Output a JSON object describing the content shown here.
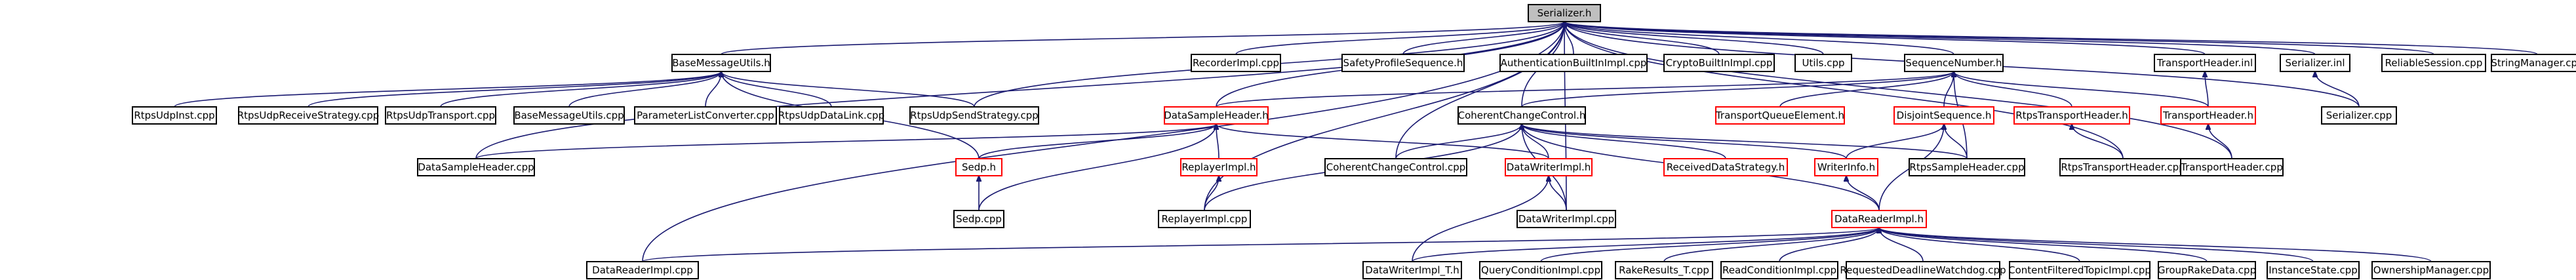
{
  "nodes": [
    {
      "id": "serializer_h",
      "label": "Serializer.h",
      "style": "root"
    },
    {
      "id": "basemessageutils_h",
      "label": "BaseMessageUtils.h",
      "style": "normal"
    },
    {
      "id": "recorderimpl_cpp",
      "label": "RecorderImpl.cpp",
      "style": "normal"
    },
    {
      "id": "safetyprofilesequence_h",
      "label": "SafetyProfileSequence.h",
      "style": "normal"
    },
    {
      "id": "authbuiltin_cpp",
      "label": "AuthenticationBuiltInImpl.cpp",
      "style": "normal"
    },
    {
      "id": "cryptobuiltin_cpp",
      "label": "CryptoBuiltInImpl.cpp",
      "style": "normal"
    },
    {
      "id": "utils_cpp",
      "label": "Utils.cpp",
      "style": "normal"
    },
    {
      "id": "sequencenumber_h",
      "label": "SequenceNumber.h",
      "style": "normal"
    },
    {
      "id": "transportheader_inl",
      "label": "TransportHeader.inl",
      "style": "normal"
    },
    {
      "id": "serializer_inl",
      "label": "Serializer.inl",
      "style": "normal"
    },
    {
      "id": "reliablesession_cpp",
      "label": "ReliableSession.cpp",
      "style": "normal"
    },
    {
      "id": "stringmanager_cpp",
      "label": "StringManager.cpp",
      "style": "normal"
    },
    {
      "id": "rtpsudpinst_cpp",
      "label": "RtpsUdpInst.cpp",
      "style": "normal"
    },
    {
      "id": "rtpsudpreceivestrategy_cpp",
      "label": "RtpsUdpReceiveStrategy.cpp",
      "style": "normal"
    },
    {
      "id": "rtpsudptransport_cpp",
      "label": "RtpsUdpTransport.cpp",
      "style": "normal"
    },
    {
      "id": "basemessageutils_cpp",
      "label": "BaseMessageUtils.cpp",
      "style": "normal"
    },
    {
      "id": "parameterlistconverter_cpp",
      "label": "ParameterListConverter.cpp",
      "style": "normal"
    },
    {
      "id": "rtpsudpdatalink_cpp",
      "label": "RtpsUdpDataLink.cpp",
      "style": "normal"
    },
    {
      "id": "rtpsudpsendstrategy_cpp",
      "label": "RtpsUdpSendStrategy.cpp",
      "style": "normal"
    },
    {
      "id": "datasampleheader_h",
      "label": "DataSampleHeader.h",
      "style": "red"
    },
    {
      "id": "coherentchangecontrol_h",
      "label": "CoherentChangeControl.h",
      "style": "normal"
    },
    {
      "id": "transportqueueelement_h",
      "label": "TransportQueueElement.h",
      "style": "red"
    },
    {
      "id": "disjointsequence_h",
      "label": "DisjointSequence.h",
      "style": "red"
    },
    {
      "id": "rtpstransportheader_h",
      "label": "RtpsTransportHeader.h",
      "style": "red"
    },
    {
      "id": "transportheader_h",
      "label": "TransportHeader.h",
      "style": "red"
    },
    {
      "id": "serializer_cpp",
      "label": "Serializer.cpp",
      "style": "normal"
    },
    {
      "id": "datasampleheader_cpp",
      "label": "DataSampleHeader.cpp",
      "style": "normal"
    },
    {
      "id": "sedp_h",
      "label": "Sedp.h",
      "style": "red"
    },
    {
      "id": "replayerimpl_h",
      "label": "ReplayerImpl.h",
      "style": "red"
    },
    {
      "id": "coherentchangecontrol_cpp",
      "label": "CoherentChangeControl.cpp",
      "style": "normal"
    },
    {
      "id": "datawriterimpl_h",
      "label": "DataWriterImpl.h",
      "style": "red"
    },
    {
      "id": "receiveddatastrategy_h",
      "label": "ReceivedDataStrategy.h",
      "style": "red"
    },
    {
      "id": "writerinfo_h",
      "label": "WriterInfo.h",
      "style": "red"
    },
    {
      "id": "rtpssampleheader_cpp",
      "label": "RtpsSampleHeader.cpp",
      "style": "normal"
    },
    {
      "id": "rtpstransportheader_cpp",
      "label": "RtpsTransportHeader.cpp",
      "style": "normal"
    },
    {
      "id": "transportheader_cpp",
      "label": "TransportHeader.cpp",
      "style": "normal"
    },
    {
      "id": "sedp_cpp",
      "label": "Sedp.cpp",
      "style": "normal"
    },
    {
      "id": "replayerimpl_cpp",
      "label": "ReplayerImpl.cpp",
      "style": "normal"
    },
    {
      "id": "datawriterimpl_cpp",
      "label": "DataWriterImpl.cpp",
      "style": "normal"
    },
    {
      "id": "datareaderimpl_h",
      "label": "DataReaderImpl.h",
      "style": "red"
    },
    {
      "id": "datareaderimpl_cpp",
      "label": "DataReaderImpl.cpp",
      "style": "normal"
    },
    {
      "id": "datawriterimpl_t_h",
      "label": "DataWriterImpl_T.h",
      "style": "normal"
    },
    {
      "id": "queryconditionimpl_cpp",
      "label": "QueryConditionImpl.cpp",
      "style": "normal"
    },
    {
      "id": "rakeresults_t_cpp",
      "label": "RakeResults_T.cpp",
      "style": "normal"
    },
    {
      "id": "readconditionimpl_cpp",
      "label": "ReadConditionImpl.cpp",
      "style": "normal"
    },
    {
      "id": "requesteddeadlinewatchdog_cpp",
      "label": "RequestedDeadlineWatchdog.cpp",
      "style": "normal"
    },
    {
      "id": "contentfilteredtopicimpl_cpp",
      "label": "ContentFilteredTopicImpl.cpp",
      "style": "normal"
    },
    {
      "id": "grouprakedata_cpp",
      "label": "GroupRakeData.cpp",
      "style": "normal"
    },
    {
      "id": "instancestate_cpp",
      "label": "InstanceState.cpp",
      "style": "normal"
    },
    {
      "id": "ownershipmanager_cpp",
      "label": "OwnershipManager.cpp",
      "style": "normal"
    }
  ],
  "edges": [
    [
      "basemessageutils_h",
      "serializer_h"
    ],
    [
      "recorderimpl_cpp",
      "serializer_h"
    ],
    [
      "safetyprofilesequence_h",
      "serializer_h"
    ],
    [
      "authbuiltin_cpp",
      "serializer_h"
    ],
    [
      "cryptobuiltin_cpp",
      "serializer_h"
    ],
    [
      "utils_cpp",
      "serializer_h"
    ],
    [
      "sequencenumber_h",
      "serializer_h"
    ],
    [
      "transportheader_inl",
      "serializer_h"
    ],
    [
      "serializer_inl",
      "serializer_h"
    ],
    [
      "reliablesession_cpp",
      "serializer_h"
    ],
    [
      "stringmanager_cpp",
      "serializer_h"
    ],
    [
      "rtpsudpsendstrategy_cpp",
      "serializer_h"
    ],
    [
      "datasampleheader_h",
      "serializer_h"
    ],
    [
      "coherentchangecontrol_h",
      "serializer_h"
    ],
    [
      "coherentchangecontrol_cpp",
      "serializer_h"
    ],
    [
      "replayerimpl_cpp",
      "serializer_h"
    ],
    [
      "datawriterimpl_cpp",
      "serializer_h"
    ],
    [
      "rtpstransportheader_cpp",
      "serializer_h"
    ],
    [
      "transportheader_cpp",
      "serializer_h"
    ],
    [
      "serializer_cpp",
      "serializer_h"
    ],
    [
      "datareaderimpl_cpp",
      "serializer_h"
    ],
    [
      "datasampleheader_cpp",
      "serializer_h"
    ],
    [
      "rtpsudpinst_cpp",
      "basemessageutils_h"
    ],
    [
      "rtpsudpreceivestrategy_cpp",
      "basemessageutils_h"
    ],
    [
      "rtpsudptransport_cpp",
      "basemessageutils_h"
    ],
    [
      "basemessageutils_cpp",
      "basemessageutils_h"
    ],
    [
      "parameterlistconverter_cpp",
      "basemessageutils_h"
    ],
    [
      "rtpsudpdatalink_cpp",
      "basemessageutils_h"
    ],
    [
      "rtpsudpsendstrategy_cpp",
      "basemessageutils_h"
    ],
    [
      "sedp_h",
      "basemessageutils_h"
    ],
    [
      "datasampleheader_h",
      "sequencenumber_h"
    ],
    [
      "coherentchangecontrol_h",
      "sequencenumber_h"
    ],
    [
      "transportqueueelement_h",
      "sequencenumber_h"
    ],
    [
      "disjointsequence_h",
      "sequencenumber_h"
    ],
    [
      "rtpstransportheader_h",
      "sequencenumber_h"
    ],
    [
      "transportheader_h",
      "sequencenumber_h"
    ],
    [
      "rtpssampleheader_cpp",
      "sequencenumber_h"
    ],
    [
      "transportheader_h",
      "transportheader_inl"
    ],
    [
      "serializer_cpp",
      "serializer_inl"
    ],
    [
      "datasampleheader_cpp",
      "datasampleheader_h"
    ],
    [
      "sedp_h",
      "datasampleheader_h"
    ],
    [
      "replayerimpl_h",
      "datasampleheader_h"
    ],
    [
      "datawriterimpl_h",
      "datasampleheader_h"
    ],
    [
      "sedp_cpp",
      "datasampleheader_h"
    ],
    [
      "coherentchangecontrol_cpp",
      "coherentchangecontrol_h"
    ],
    [
      "datawriterimpl_h",
      "coherentchangecontrol_h"
    ],
    [
      "receiveddatastrategy_h",
      "coherentchangecontrol_h"
    ],
    [
      "writerinfo_h",
      "coherentchangecontrol_h"
    ],
    [
      "rtpssampleheader_cpp",
      "coherentchangecontrol_h"
    ],
    [
      "datareaderimpl_h",
      "coherentchangecontrol_h"
    ],
    [
      "replayerimpl_cpp",
      "coherentchangecontrol_h"
    ],
    [
      "datawriterimpl_cpp",
      "coherentchangecontrol_h"
    ],
    [
      "writerinfo_h",
      "disjointsequence_h"
    ],
    [
      "rtpssampleheader_cpp",
      "disjointsequence_h"
    ],
    [
      "datareaderimpl_h",
      "disjointsequence_h"
    ],
    [
      "rtpstransportheader_cpp",
      "rtpstransportheader_h"
    ],
    [
      "transportheader_cpp",
      "transportheader_h"
    ],
    [
      "sedp_cpp",
      "sedp_h"
    ],
    [
      "replayerimpl_cpp",
      "replayerimpl_h"
    ],
    [
      "datawriterimpl_cpp",
      "datawriterimpl_h"
    ],
    [
      "datawriterimpl_t_h",
      "datawriterimpl_h"
    ],
    [
      "datareaderimpl_h",
      "writerinfo_h"
    ],
    [
      "datareaderimpl_cpp",
      "datareaderimpl_h"
    ],
    [
      "datawriterimpl_t_h",
      "datareaderimpl_h"
    ],
    [
      "queryconditionimpl_cpp",
      "datareaderimpl_h"
    ],
    [
      "rakeresults_t_cpp",
      "datareaderimpl_h"
    ],
    [
      "readconditionimpl_cpp",
      "datareaderimpl_h"
    ],
    [
      "requesteddeadlinewatchdog_cpp",
      "datareaderimpl_h"
    ],
    [
      "contentfilteredtopicimpl_cpp",
      "datareaderimpl_h"
    ],
    [
      "grouprakedata_cpp",
      "datareaderimpl_h"
    ],
    [
      "instancestate_cpp",
      "datareaderimpl_h"
    ],
    [
      "ownershipmanager_cpp",
      "datareaderimpl_h"
    ]
  ],
  "colors": {
    "edge": "#191970",
    "node_border": "#000000",
    "node_border_highlight": "#ff0000",
    "root_fill": "#bfbfbf"
  }
}
